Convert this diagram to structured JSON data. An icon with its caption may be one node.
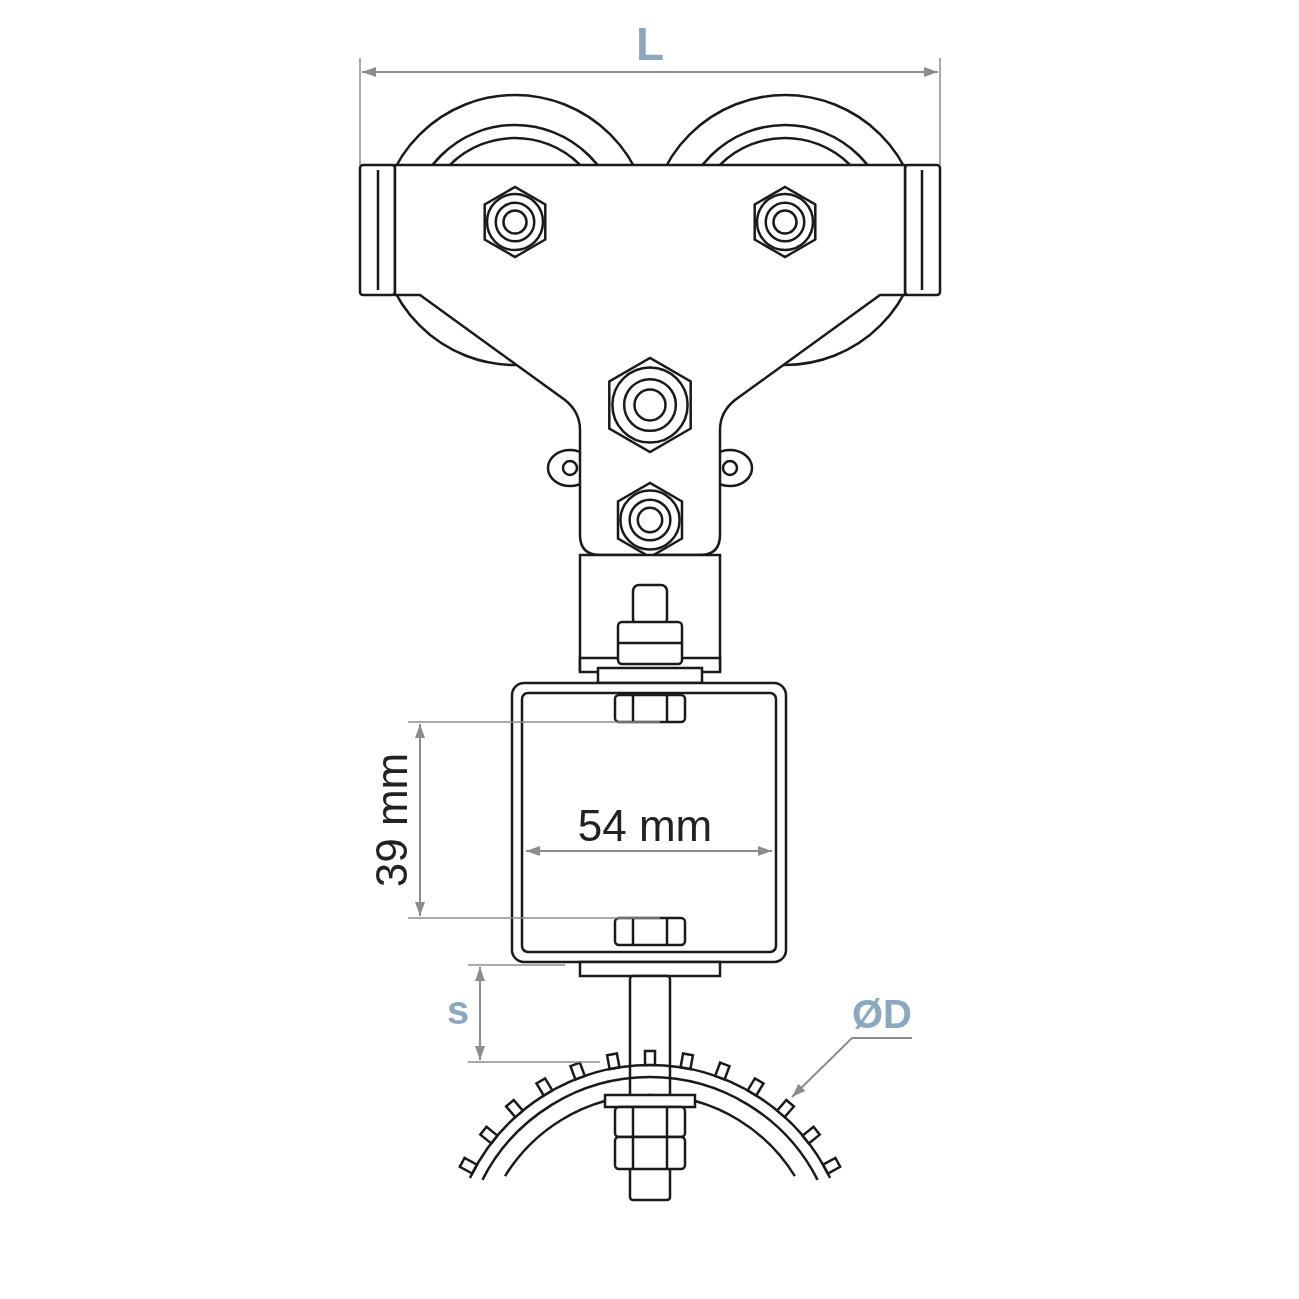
{
  "diagram": {
    "nodes": [
      {
        "text": [
          "ØD"
        ]
      },
      {
        "text": [],
        "shape": "picture"
      }
    ],
    "edges": [
      {
        "from": 0,
        "to": 1,
        "arrow": "to"
      }
    ],
    "labels": [
      "L",
      "39 mm",
      "54 mm",
      "s"
    ]
  }
}
